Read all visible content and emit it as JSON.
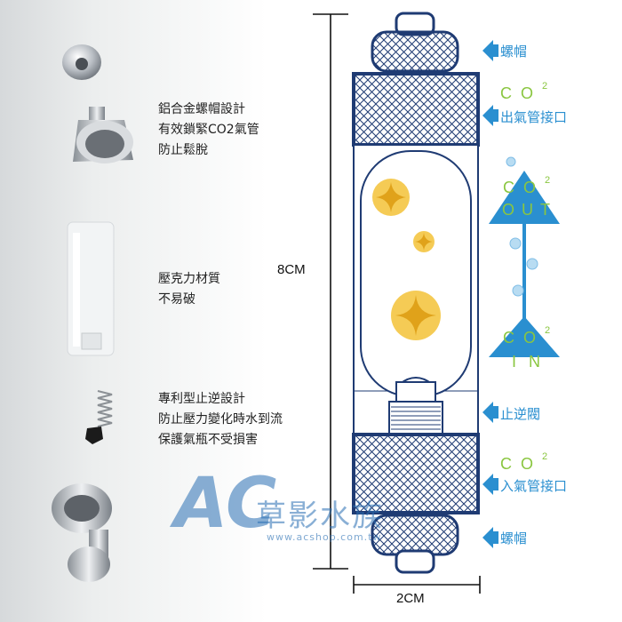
{
  "features": {
    "cap": [
      "鋁合金螺帽設計",
      "有效鎖緊CO2氣管",
      "防止鬆脫"
    ],
    "body": [
      "壓克力材質",
      "不易破"
    ],
    "valve": [
      "專利型止逆設計",
      "防止壓力變化時水到流",
      "保護氣瓶不受損害"
    ]
  },
  "dimensions": {
    "height": "8CM",
    "width": "2CM"
  },
  "labels": {
    "cap_top": "螺帽",
    "outlet": "出氣管接口",
    "check_valve": "止逆閥",
    "inlet": "入氣管接口",
    "cap_bottom": "螺帽"
  },
  "co2": {
    "co": "CO",
    "sup": "2",
    "out": "OUT",
    "in": "IN"
  },
  "watermark": {
    "brand": "草影水族",
    "url": "www.acshop.com.tw",
    "logo": "AC"
  },
  "colors": {
    "frame": "#1f3b73",
    "accent_blue": "#2a8fd0",
    "green": "#8ac640",
    "bubble": "#f4c542"
  }
}
